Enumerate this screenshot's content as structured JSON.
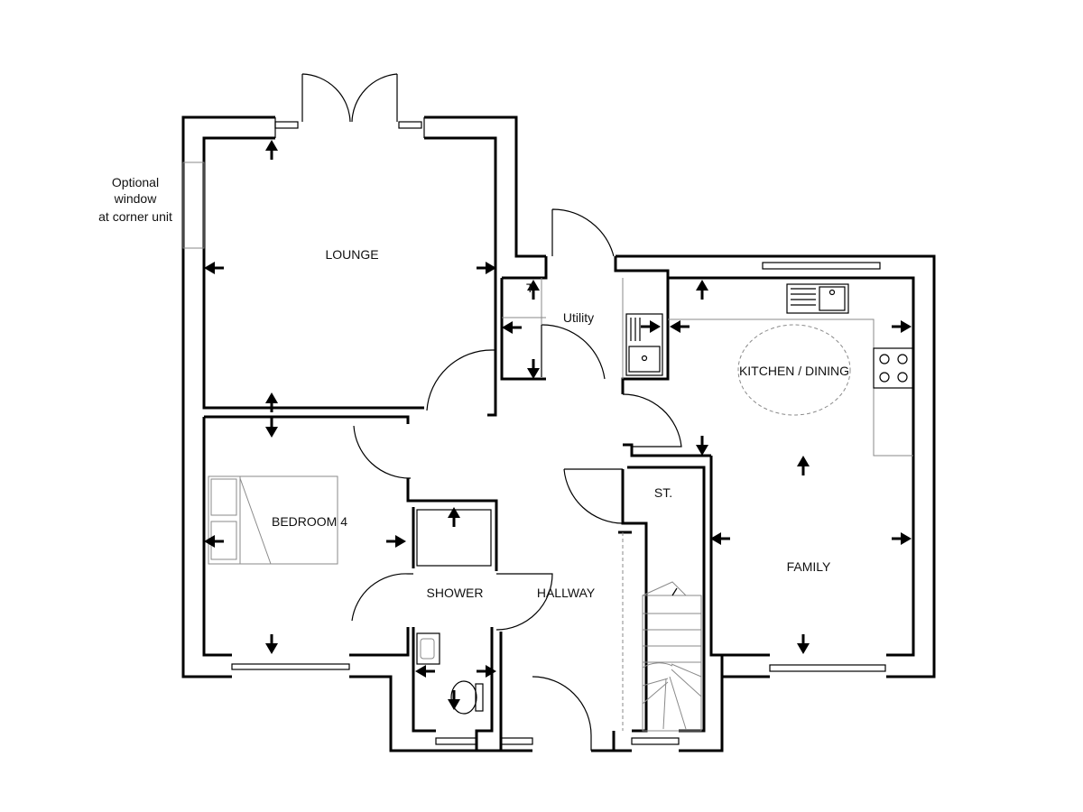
{
  "rooms": {
    "lounge": "LOUNGE",
    "utility": "Utility",
    "utility_tag": "T",
    "kitchen": "KITCHEN / DINING",
    "bedroom": "BEDROOM 4",
    "store": "ST.",
    "shower": "SHOWER",
    "hallway": "HALLWAY",
    "family": "FAMILY"
  },
  "note": {
    "line1": "Optional",
    "line2": "window",
    "line3": "at corner unit"
  },
  "icons": [
    "arrow-icon",
    "sink-icon",
    "hob-icon",
    "bed-icon",
    "toilet-icon",
    "basin-icon",
    "door-swing-icon",
    "stair-icon"
  ]
}
